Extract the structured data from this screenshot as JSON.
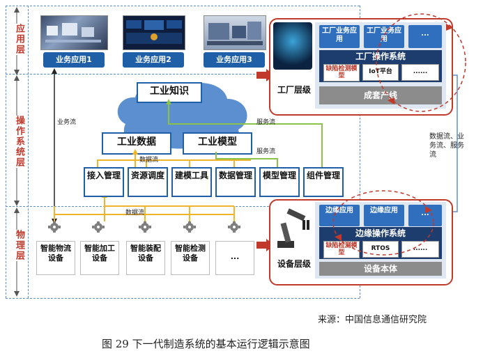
{
  "layers": {
    "app": "应用层",
    "ops": "操作系统层",
    "physical": "物理层"
  },
  "apps": [
    "业务应用1",
    "业务应用2",
    "业务应用3"
  ],
  "factory_panel": {
    "level_label": "工厂层级",
    "apps": [
      "工厂业务应用",
      "工厂业务应用",
      "..."
    ],
    "os": "工厂操作系统",
    "modules": [
      "缺陷检测模型",
      "IoT平台",
      "......"
    ],
    "base": "成套产线"
  },
  "edge_panel": {
    "level_label": "设备层级",
    "apps": [
      "边缘应用",
      "边缘应用",
      "..."
    ],
    "os": "边缘操作系统",
    "modules": [
      "缺陷检测模型",
      "RTOS",
      "......"
    ],
    "base": "设备本体"
  },
  "knowledge": "工业知识",
  "data": "工业数据",
  "model": "工业模型",
  "management": [
    "接入管理",
    "资源调度",
    "建模工具",
    "数据管理",
    "模型管理",
    "组件管理"
  ],
  "devices": [
    "智能物流设备",
    "智能加工设备",
    "智能装配设备",
    "智能检测设备",
    "..."
  ],
  "flows": {
    "business": "业务流",
    "service1": "服务流",
    "service2": "服务流",
    "data1": "数据流",
    "data2": "数据流",
    "side": "数据流、业务流、服务流"
  },
  "source": "来源：中国信息通信研究院",
  "caption": "图 29 下一代制造系统的基本运行逻辑示意图",
  "colors": {
    "accent_red": "#c0392b",
    "accent_blue": "#1f5fa8",
    "navy": "#1c3d6e",
    "flow_yellow": "#f0b429",
    "flow_green": "#8bc34a"
  }
}
